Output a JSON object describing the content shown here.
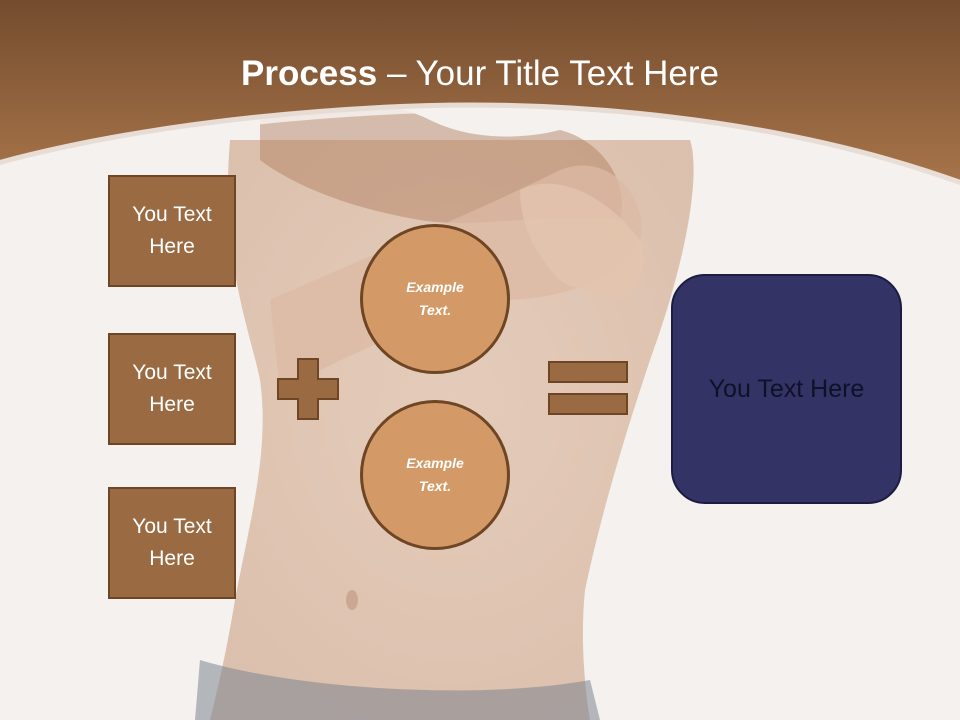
{
  "slide": {
    "title_bold": "Process",
    "title_rest": " – Your Title Text Here",
    "left_boxes": [
      {
        "label": "You Text Here"
      },
      {
        "label": "You Text Here"
      },
      {
        "label": "You Text Here"
      }
    ],
    "circles": [
      {
        "label": "Example Text."
      },
      {
        "label": "Example Text."
      }
    ],
    "operator_plus": "plus-icon",
    "operator_equals": "equals-icon",
    "result_label": "You Text Here"
  },
  "colors": {
    "header_brown": "#8e5f37",
    "box_fill": "#9a6b43",
    "circle_fill": "#d39a67",
    "result_fill": "#333366"
  }
}
